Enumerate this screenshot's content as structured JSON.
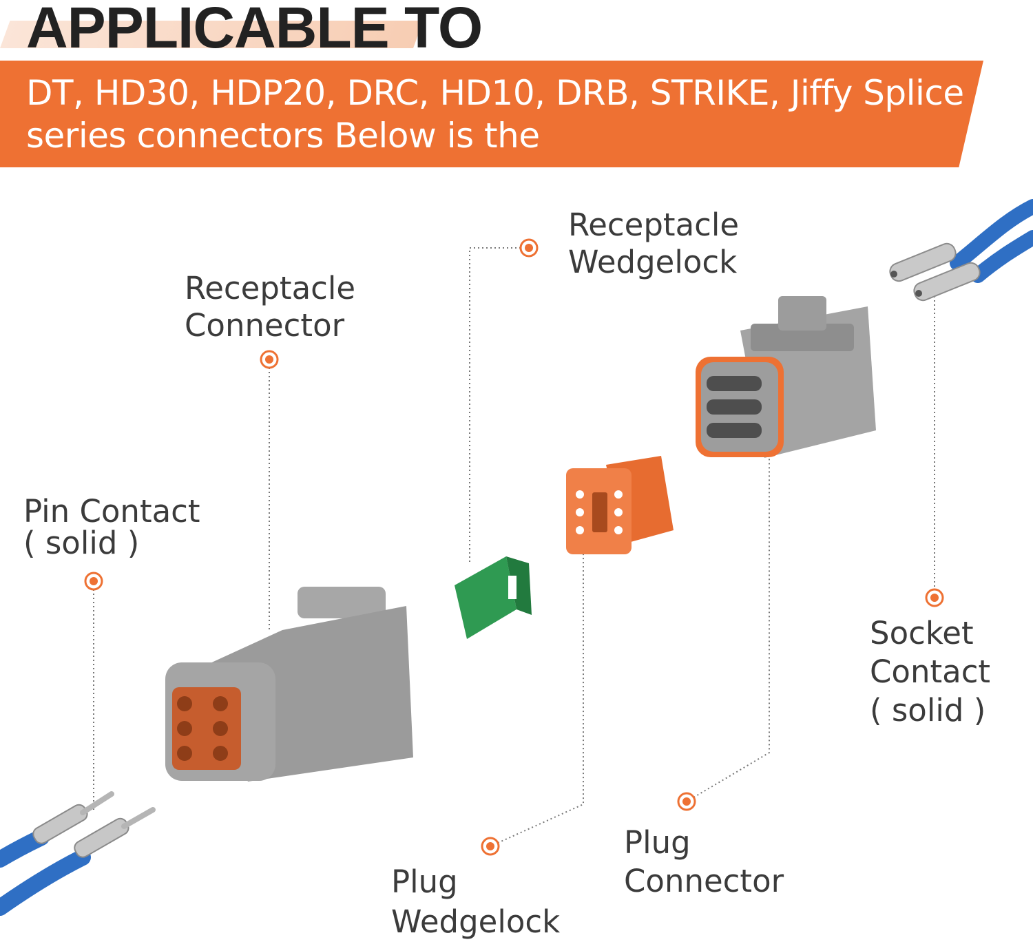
{
  "header": {
    "title": "APPLICABLE TO",
    "banner_text": "DT, HD30, HDP20, DRC, HD10, DRB, STRIKE, Jiffy Splice series connectors Below is the"
  },
  "parts": {
    "receptacle_wedgelock": "Receptacle\nWedgelock",
    "receptacle_connector": "Receptacle\nConnector",
    "pin_contact": "Pin Contact\n( solid )",
    "socket_contact": "Socket\nContact\n( solid )",
    "plug_wedgelock": "Plug\nWedgelock",
    "plug_connector": "Plug\nConnector"
  },
  "colors": {
    "accent_orange": "#ee7133",
    "connector_gray": "#9a9a9a",
    "wedgelock_green": "#2f9a52",
    "wedgelock_orange": "#f08048",
    "wire_blue": "#2f6fc4"
  }
}
